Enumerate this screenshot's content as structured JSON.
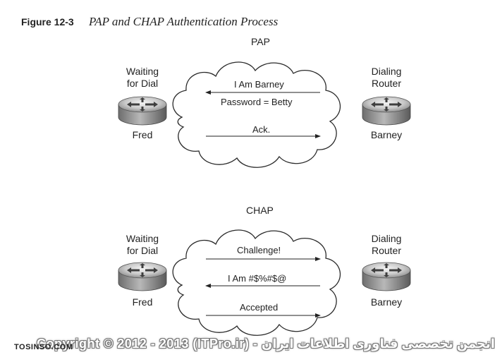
{
  "figure": {
    "label": "Figure 12-3",
    "title": "PAP and CHAP Authentication Process"
  },
  "pap": {
    "title": "PAP",
    "left_role": [
      "Waiting",
      "for Dial"
    ],
    "right_role": [
      "Dialing",
      "Router"
    ],
    "left_name": "Fred",
    "right_name": "Barney",
    "messages": [
      {
        "text": "I Am Barney",
        "direction": "left"
      },
      {
        "text": "Password = Betty",
        "direction": "left"
      },
      {
        "text": "Ack.",
        "direction": "right"
      }
    ]
  },
  "chap": {
    "title": "CHAP",
    "left_role": [
      "Waiting",
      "for Dial"
    ],
    "right_role": [
      "Dialing",
      "Router"
    ],
    "left_name": "Fred",
    "right_name": "Barney",
    "messages": [
      {
        "text": "Challenge!",
        "direction": "right"
      },
      {
        "text": "I Am #$%#$@",
        "direction": "left"
      },
      {
        "text": "Accepted",
        "direction": "right"
      }
    ]
  },
  "footer": {
    "watermark": "Copyright © 2012 - 2013 (ITPro.ir) - انجمن تخصصی فناوری اطلاعات ایران",
    "site": "TOSINSO.COM"
  }
}
